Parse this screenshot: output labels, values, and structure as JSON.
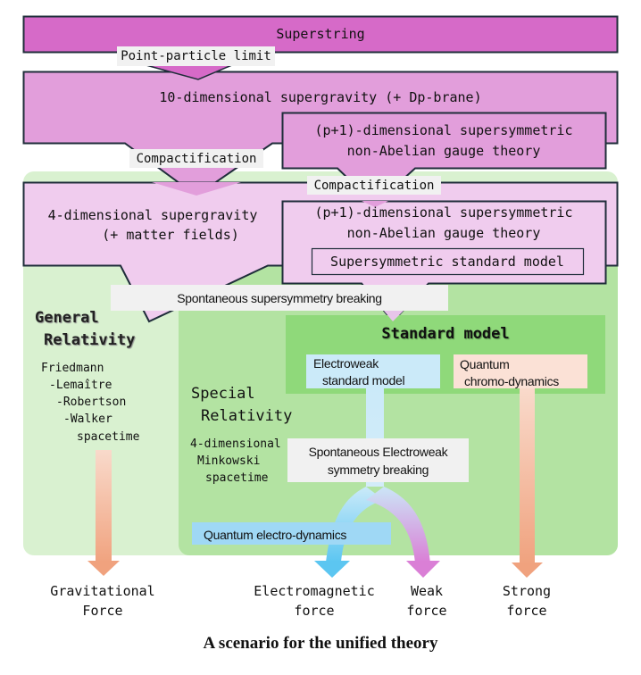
{
  "diagram": {
    "caption": "A scenario for the unified theory",
    "nodes": {
      "superstring": "Superstring",
      "sugra10": "10-dimensional supergravity (+ Dp-brane)",
      "gauge_upper_line1": "(p+1)-dimensional supersymmetric",
      "gauge_upper_line2": "non-Abelian gauge theory",
      "sugra4_line1": "4-dimensional supergravity",
      "sugra4_line2": "(+ matter fields)",
      "gauge_lower_line1": "(p+1)-dimensional supersymmetric",
      "gauge_lower_line2": "non-Abelian gauge theory",
      "susy_sm": "Supersymmetric standard model",
      "standard_model": "Standard model",
      "electroweak_line1": "Electroweak",
      "electroweak_line2": "standard model",
      "qcd_line1": "Quantum",
      "qcd_line2": "chromo-dynamics",
      "qed": "Quantum electro-dynamics"
    },
    "transitions": {
      "point_particle": "Point-particle limit",
      "compactification_1": "Compactification",
      "compactification_2": "Compactification",
      "susy_breaking": "Spontaneous supersymmetry breaking",
      "ew_breaking_line1": "Spontaneous Electroweak",
      "ew_breaking_line2": "symmetry breaking"
    },
    "regions": {
      "general_relativity_line1": "General",
      "general_relativity_line2": "Relativity",
      "flrw_lines": [
        "Friedmann",
        "-Lemaître",
        "-Robertson",
        "-Walker",
        "spacetime"
      ],
      "special_relativity_line1": "Special",
      "special_relativity_line2": "Relativity",
      "minkowski_lines": [
        "4-dimensional",
        "Minkowski",
        "spacetime"
      ]
    },
    "forces": {
      "gravitational_line1": "Gravitational",
      "gravitational_line2": "Force",
      "electromagnetic_line1": "Electromagnetic",
      "electromagnetic_line2": "force",
      "weak_line1": "Weak",
      "weak_line2": "force",
      "strong_line1": "Strong",
      "strong_line2": "force"
    },
    "colors": {
      "superstring": "#d66ac8",
      "sugra10": "#e29edb",
      "sugra4": "#f0ccee",
      "gr_region": "#d9f1d0",
      "sr_region": "#b3e3a2",
      "standard_model": "#8fd97a",
      "electroweak": "#cbeaf9",
      "qcd": "#fbe1d6",
      "qed": "#9fd8f5",
      "label_bg": "#f1f1f1",
      "orange_arrow": "#f0a27e",
      "blue_arrow": "#5cc6f1",
      "pink_arrow": "#da7fd6"
    }
  }
}
